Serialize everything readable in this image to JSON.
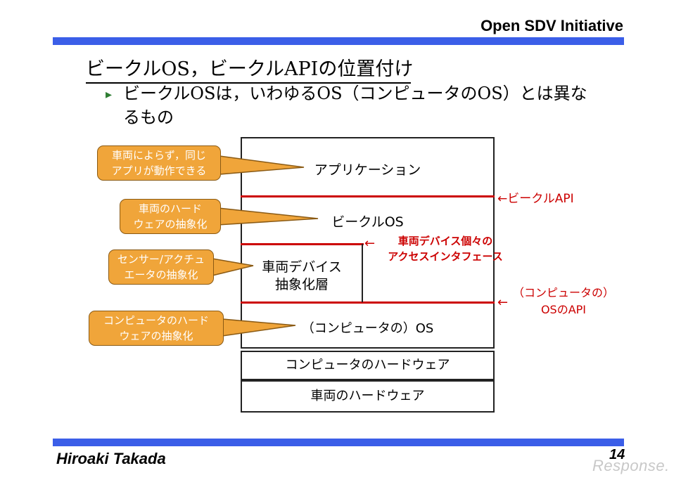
{
  "header": {
    "title": "Open SDV Initiative"
  },
  "slide": {
    "title": "ビークルOS，ビークルAPIの位置付け",
    "bullet_marker": "▸",
    "bullet_line1": "ビークルOSは，いわゆるOS（コンピュータのOS）とは異な",
    "bullet_line2": "るもの"
  },
  "diagram": {
    "layers": {
      "application": "アプリケーション",
      "vehicle_os": "ビークルOS",
      "device_line1": "車両デバイス",
      "device_line2": "抽象化層",
      "computer_os": "（コンピュータの）OS",
      "computer_hw": "コンピュータのハードウェア",
      "vehicle_hw": "車両のハードウェア"
    },
    "callouts": [
      {
        "line1": "車両によらず，同じ",
        "line2": "アプリが動作できる"
      },
      {
        "line1": "車両のハード",
        "line2": "ウェアの抽象化"
      },
      {
        "line1": "センサー/アクチュ",
        "line2": "エータの抽象化"
      },
      {
        "line1": "コンピュータのハード",
        "line2": "ウェアの抽象化"
      }
    ],
    "annotations": {
      "vehicle_api": "←ビークルAPI",
      "device_arrow": "←",
      "device_if_line1": "車両デバイス個々の",
      "device_if_line2": "アクセスインタフェース",
      "os_api_arrow": "←",
      "os_api_line1": "（コンピュータの）",
      "os_api_line2": "OSのAPI"
    }
  },
  "footer": {
    "author": "Hiroaki Takada",
    "page_number": "14",
    "watermark": "Response."
  },
  "colors": {
    "accent_bar": "#3b5ee8",
    "annotation_red": "#cc0000",
    "callout_fill": "#f0a53a"
  }
}
